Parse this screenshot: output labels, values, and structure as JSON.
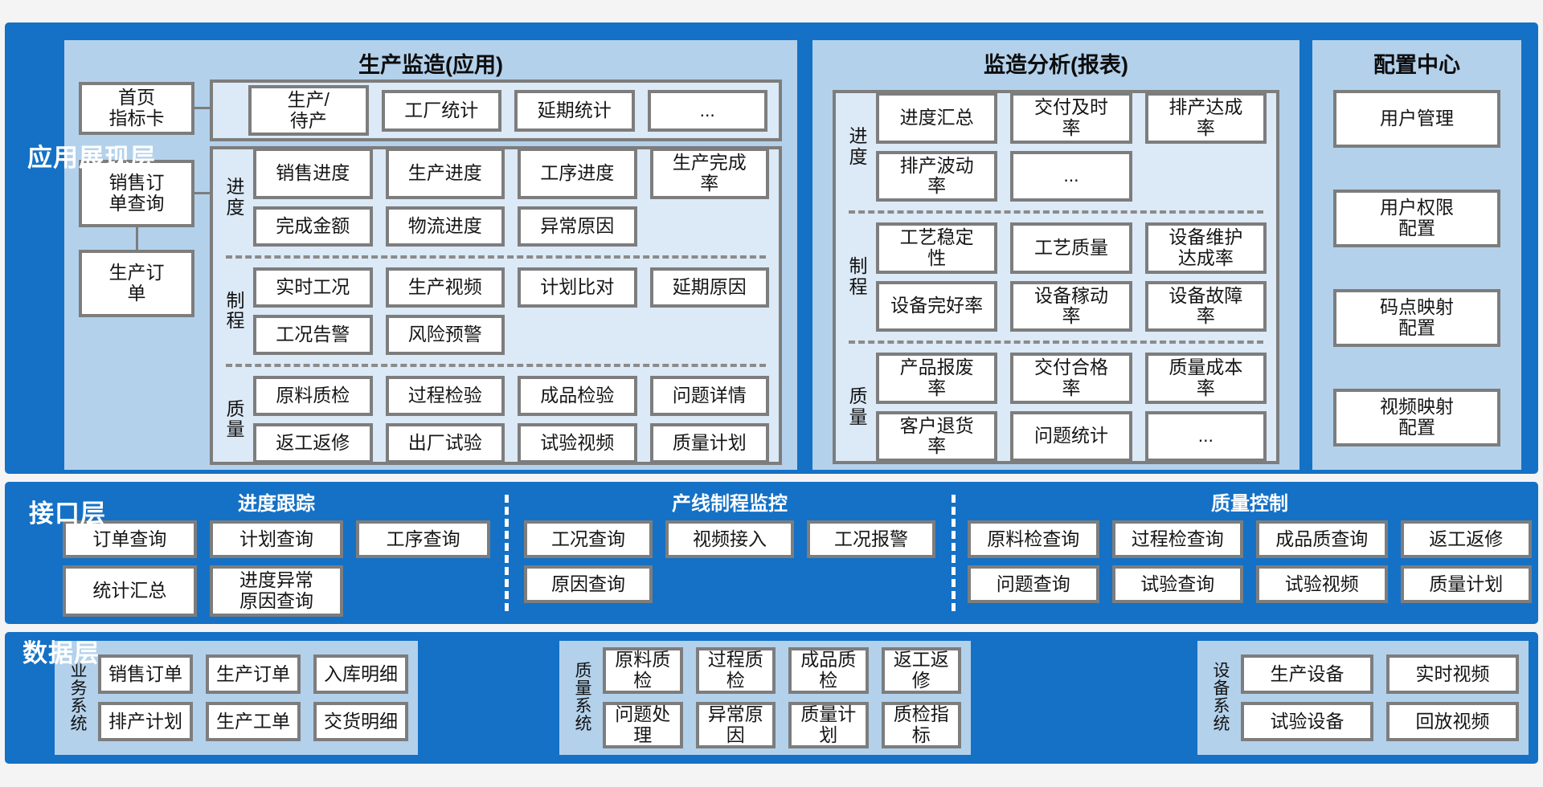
{
  "colors": {
    "layer_blue": "#1471c5",
    "panel_light_blue": "#b3d1eb",
    "subpanel_blue": "#dce9f6",
    "box_bg": "#ffffff",
    "box_border": "#7d7d7d",
    "text_dark": "#151515",
    "label_white": "#ffffff"
  },
  "layers": {
    "app": {
      "label": "应用展现层",
      "panels": [
        {
          "title": "生产监造(应用)",
          "left_nodes": [
            "首页\n指标卡",
            "销售订\n单查询",
            "生产订\n单"
          ],
          "top_row": [
            "生产/\n待产",
            "工厂统计",
            "延期统计",
            "..."
          ],
          "sections": [
            {
              "label": "进\n度",
              "rows": [
                [
                  "销售进度",
                  "生产进度",
                  "工序进度",
                  "生产完成\n率"
                ],
                [
                  "完成金额",
                  "物流进度",
                  "异常原因"
                ]
              ]
            },
            {
              "label": "制\n程",
              "rows": [
                [
                  "实时工况",
                  "生产视频",
                  "计划比对",
                  "延期原因"
                ],
                [
                  "工况告警",
                  "风险预警"
                ]
              ]
            },
            {
              "label": "质\n量",
              "rows": [
                [
                  "原料质检",
                  "过程检验",
                  "成品检验",
                  "问题详情"
                ],
                [
                  "返工返修",
                  "出厂试验",
                  "试验视频",
                  "质量计划"
                ]
              ]
            }
          ]
        },
        {
          "title": "监造分析(报表)",
          "sections": [
            {
              "label": "进\n度",
              "rows": [
                [
                  "进度汇总",
                  "交付及时\n率",
                  "排产达成\n率"
                ],
                [
                  "排产波动\n率",
                  "..."
                ]
              ]
            },
            {
              "label": "制\n程",
              "rows": [
                [
                  "工艺稳定\n性",
                  "工艺质量",
                  "设备维护\n达成率"
                ],
                [
                  "设备完好率",
                  "设备稼动\n率",
                  "设备故障\n率"
                ]
              ]
            },
            {
              "label": "质\n量",
              "rows": [
                [
                  "产品报废\n率",
                  "交付合格\n率",
                  "质量成本\n率"
                ],
                [
                  "客户退货\n率",
                  "问题统计",
                  "..."
                ]
              ]
            }
          ]
        },
        {
          "title": "配置中心",
          "items": [
            "用户管理",
            "用户权限\n配置",
            "码点映射\n配置",
            "视频映射\n配置"
          ]
        }
      ]
    },
    "interface": {
      "label": "接口层",
      "groups": [
        {
          "title": "进度跟踪",
          "rows": [
            [
              "订单查询",
              "计划查询",
              "工序查询"
            ],
            [
              "统计汇总",
              "进度异常\n原因查询"
            ]
          ]
        },
        {
          "title": "产线制程监控",
          "rows": [
            [
              "工况查询",
              "视频接入",
              "工况报警"
            ],
            [
              "原因查询"
            ]
          ]
        },
        {
          "title": "质量控制",
          "rows": [
            [
              "原料检查询",
              "过程检查询",
              "成品质查询",
              "返工返修"
            ],
            [
              "问题查询",
              "试验查询",
              "试验视频",
              "质量计划"
            ]
          ]
        }
      ]
    },
    "data": {
      "label": "数据层",
      "groups": [
        {
          "label": "业\n务\n系\n统",
          "rows": [
            [
              "销售订单",
              "生产订单",
              "入库明细"
            ],
            [
              "排产计划",
              "生产工单",
              "交货明细"
            ]
          ]
        },
        {
          "label": "质\n量\n系\n统",
          "rows": [
            [
              "原料质检",
              "过程质检",
              "成品质检",
              "返工返修"
            ],
            [
              "问题处理",
              "异常原因",
              "质量计划",
              "质检指标"
            ]
          ]
        },
        {
          "label": "设\n备\n系\n统",
          "rows": [
            [
              "生产设备",
              "实时视频"
            ],
            [
              "试验设备",
              "回放视频"
            ]
          ]
        }
      ]
    }
  }
}
